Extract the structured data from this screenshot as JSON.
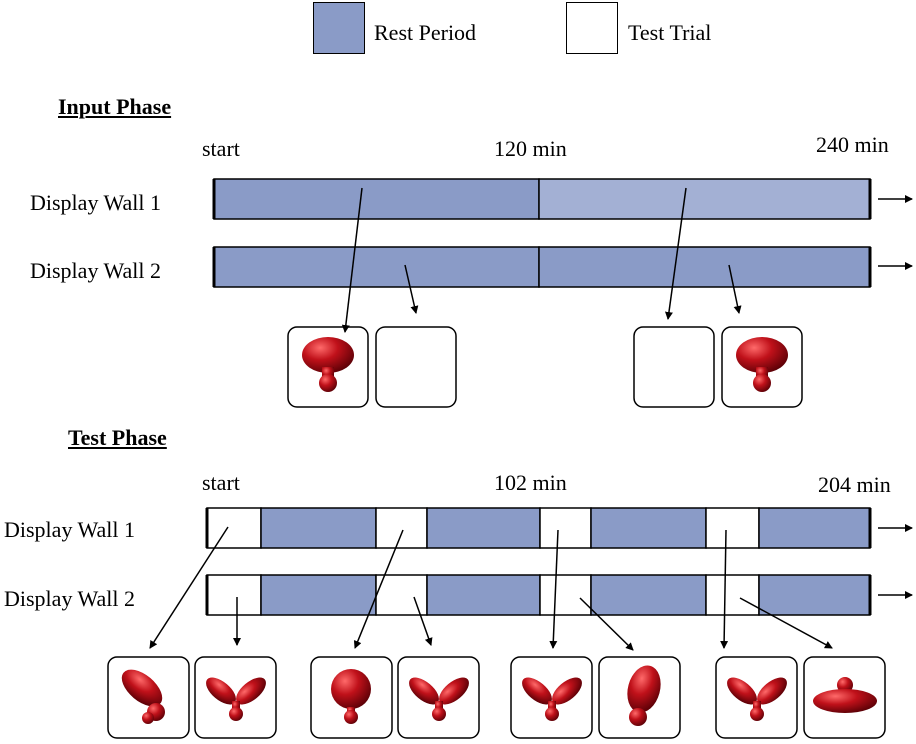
{
  "legend": {
    "rest_label": "Rest Period",
    "test_label": "Test Trial",
    "rest_color": "#8a9bc7",
    "test_color": "#ffffff"
  },
  "input_phase": {
    "title": "Input Phase",
    "time_labels": {
      "start": "start",
      "mid": "120 min",
      "end": "240 min"
    },
    "walls": [
      "Display Wall 1",
      "Display Wall 2"
    ],
    "rest_color_light": "#a3b0d4"
  },
  "test_phase": {
    "title": "Test Phase",
    "time_labels": {
      "start": "start",
      "mid": "102 min",
      "end": "204 min"
    },
    "walls": [
      "Display Wall 1",
      "Display Wall 2"
    ]
  },
  "stimulus_color": "#c0111a"
}
